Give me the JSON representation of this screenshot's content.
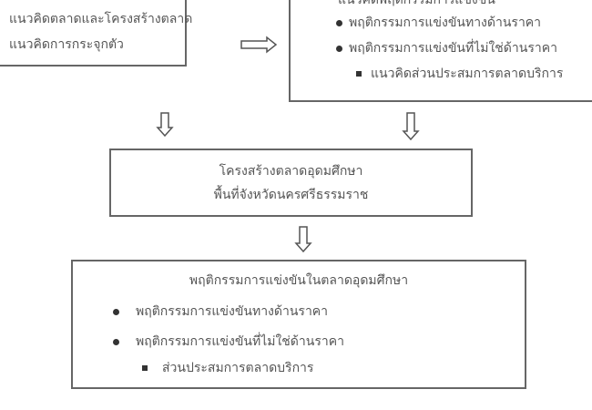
{
  "concept_box": {
    "lines": [
      "แนวคิดตลาดและโครงสร้างตลาด",
      "แนวคิดการกระจุกตัว"
    ]
  },
  "behavior_box": {
    "title": "แนวคิดพฤติกรรมการแข่งขัน",
    "bullets": [
      "พฤติกรรมการแข่งขันทางด้านราคา",
      "พฤติกรรมการแข่งขันที่ไม่ใช่ด้านราคา"
    ],
    "sub_bullet": "แนวคิดส่วนประสมการตลาดบริการ"
  },
  "structure_box": {
    "lines": [
      "โครงสร้างตลาดอุดมศึกษา",
      "พื้นที่จังหวัดนครศรีธรรมราช"
    ]
  },
  "result_box": {
    "title": "พฤติกรรมการแข่งขันในตลาดอุดมศึกษา",
    "bullets": [
      "พฤติกรรมการแข่งขันทางด้านราคา",
      "พฤติกรรมการแข่งขันที่ไม่ใช่ด้านราคา"
    ],
    "sub_bullet": "ส่วนประสมการตลาดบริการ"
  }
}
